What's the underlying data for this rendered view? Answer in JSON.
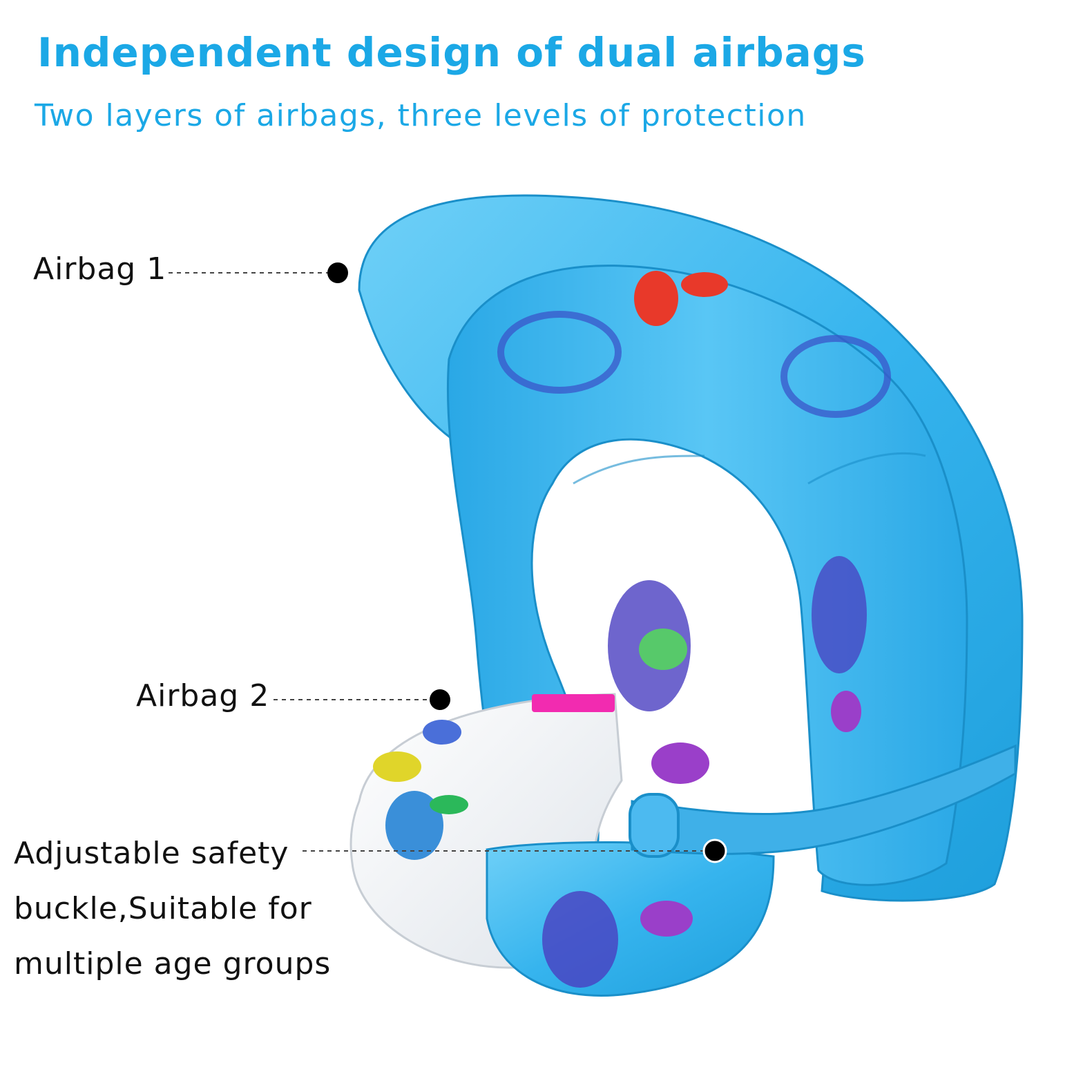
{
  "headline": "Independent design of dual airbags",
  "subheadline": "Two layers of airbags, three levels of protection",
  "callouts": {
    "airbag1": "Airbag 1",
    "airbag2": "Airbag 2",
    "buckle": {
      "line1": "Adjustable safety",
      "line2": "buckle,Suitable for",
      "line3": "multiple age groups"
    }
  },
  "colors": {
    "accent": "#1ba8e6",
    "float_blue": "#3cb8ef",
    "float_white": "#f4f6f8",
    "text": "#111111"
  }
}
